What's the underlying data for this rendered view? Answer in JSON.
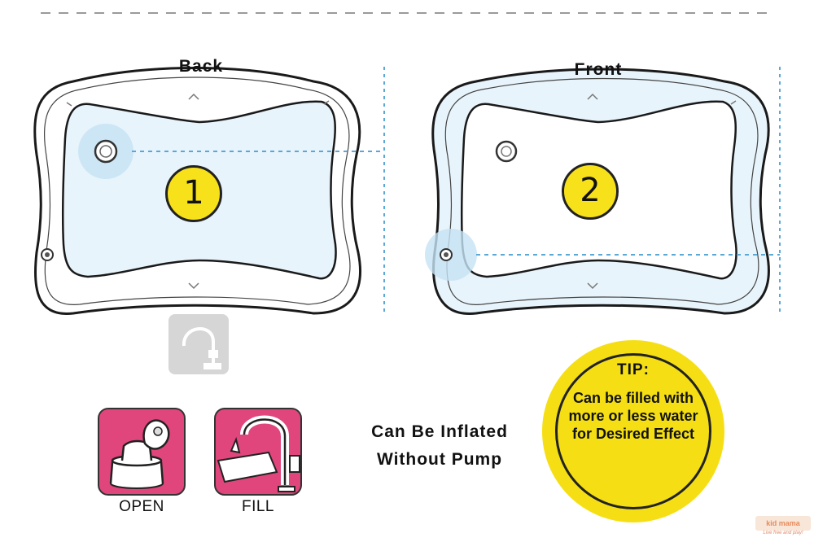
{
  "panels": {
    "back": {
      "label": "Back",
      "step": "1"
    },
    "front": {
      "label": "Front",
      "step": "2"
    }
  },
  "steps": [
    {
      "label": "OPEN",
      "icon": "cap-open-icon"
    },
    {
      "label": "FILL",
      "icon": "faucet-fill-icon"
    }
  ],
  "inflate_text": {
    "line1": "Can Be Inflated",
    "line2": "Without Pump"
  },
  "tip": {
    "title": "TIP:",
    "body": "Can be filled with more or less water for Desired Effect"
  },
  "brand": {
    "name": "kid mama",
    "tagline": "Live free and play!"
  },
  "colors": {
    "yellow": "#f7e11b",
    "pink": "#e0467c",
    "water": "#e8f4fb",
    "guide": "#5aa8d6"
  }
}
